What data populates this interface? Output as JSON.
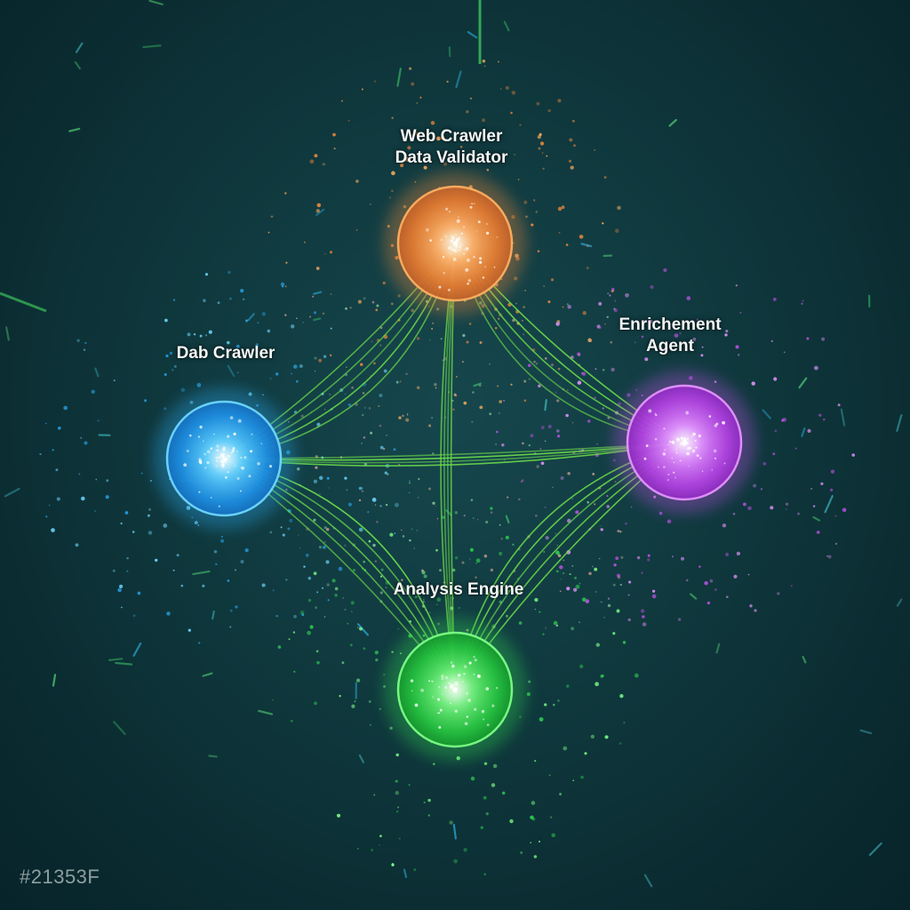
{
  "diagram": {
    "nodes": [
      {
        "id": "top",
        "lines": [
          "Web Crawler",
          "Data Validator"
        ],
        "color": "#f08a3c",
        "glow": "#ffb060"
      },
      {
        "id": "left",
        "lines": [
          "Dab Crawler"
        ],
        "color": "#2aa8f0",
        "glow": "#6fd8ff"
      },
      {
        "id": "right",
        "lines": [
          "Enrichement",
          "Agent"
        ],
        "color": "#c052e8",
        "glow": "#e694ff"
      },
      {
        "id": "bottom",
        "lines": [
          "Analysis Engine"
        ],
        "color": "#2fd04f",
        "glow": "#7cff86"
      }
    ],
    "edge_color": "#6fe04a",
    "edges": [
      [
        "top",
        "left"
      ],
      [
        "top",
        "right"
      ],
      [
        "top",
        "bottom"
      ],
      [
        "left",
        "right"
      ],
      [
        "left",
        "bottom"
      ],
      [
        "right",
        "bottom"
      ]
    ]
  },
  "watermark": "#21353F"
}
